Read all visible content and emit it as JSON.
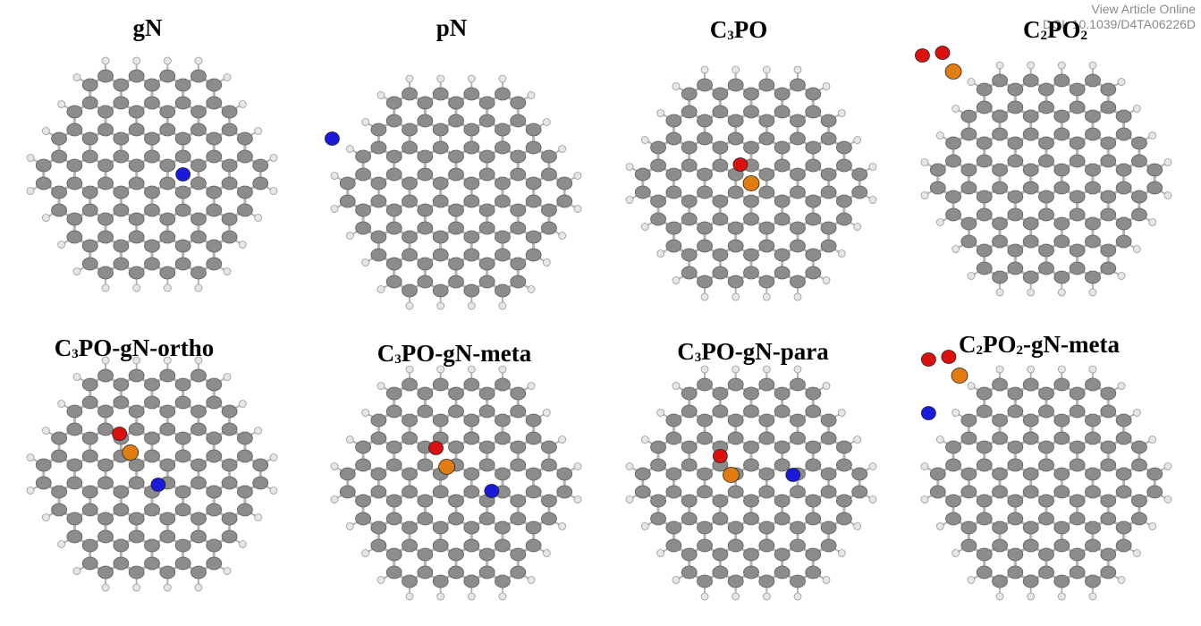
{
  "watermark": {
    "line1": "View Article Online",
    "line2": "DOI: 10.1039/D4TA06226D"
  },
  "colors": {
    "carbon": "#8c8c8c",
    "hydrogen": "#e6e6e6",
    "nitrogen": "#1a1ad8",
    "phosphorus": "#e07c10",
    "oxygen": "#dd1010",
    "bond": "#b4b4b4"
  },
  "panels": [
    {
      "id": "gn",
      "label": [
        {
          "t": "gN"
        }
      ],
      "dopants": [
        {
          "el": "N",
          "q": 1,
          "r": 0
        }
      ]
    },
    {
      "id": "pn",
      "label": [
        {
          "t": "pN"
        }
      ],
      "dopants": [
        {
          "el": "N",
          "q": -3,
          "r": -2
        }
      ]
    },
    {
      "id": "c3po",
      "label": [
        {
          "t": "C"
        },
        {
          "t": "3",
          "sub": true
        },
        {
          "t": "PO"
        }
      ],
      "dopants": [
        {
          "el": "P",
          "q": 0,
          "r": 0
        },
        {
          "el": "O",
          "q": 0,
          "r": -0.7
        }
      ]
    },
    {
      "id": "c2po2",
      "label": [
        {
          "t": "C"
        },
        {
          "t": "2",
          "sub": true
        },
        {
          "t": "PO"
        },
        {
          "t": "2",
          "sub": true
        }
      ],
      "dopants": [
        {
          "el": "P",
          "q": -1,
          "r": -4
        },
        {
          "el": "O",
          "q": -1,
          "r": -4.7
        },
        {
          "el": "O",
          "q": -1.7,
          "r": -4.6
        }
      ]
    },
    {
      "id": "c3po-gn-ortho",
      "label": [
        {
          "t": "C"
        },
        {
          "t": "3",
          "sub": true
        },
        {
          "t": "PO-gN-ortho"
        }
      ],
      "dopants": [
        {
          "el": "P",
          "q": -0.3,
          "r": -0.8
        },
        {
          "el": "O",
          "q": -0.3,
          "r": -1.5
        },
        {
          "el": "N",
          "q": 0,
          "r": 0.4
        }
      ]
    },
    {
      "id": "c3po-gn-meta",
      "label": [
        {
          "t": "C"
        },
        {
          "t": "3",
          "sub": true
        },
        {
          "t": "PO-gN-meta"
        }
      ],
      "dopants": [
        {
          "el": "P",
          "q": 0,
          "r": -0.6
        },
        {
          "el": "O",
          "q": 0,
          "r": -1.3
        },
        {
          "el": "N",
          "q": 1,
          "r": 0.3
        }
      ]
    },
    {
      "id": "c3po-gn-para",
      "label": [
        {
          "t": "C"
        },
        {
          "t": "3",
          "sub": true
        },
        {
          "t": "PO-gN-para"
        }
      ],
      "dopants": [
        {
          "el": "P",
          "q": -0.5,
          "r": -0.3
        },
        {
          "el": "O",
          "q": -0.5,
          "r": -1
        },
        {
          "el": "N",
          "q": 1.5,
          "r": -0.3
        }
      ]
    },
    {
      "id": "c2po2-gn-meta",
      "label": [
        {
          "t": "C"
        },
        {
          "t": "2",
          "sub": true
        },
        {
          "t": "PO"
        },
        {
          "t": "2",
          "sub": true
        },
        {
          "t": "-gN-meta"
        }
      ],
      "dopants": [
        {
          "el": "P",
          "q": -0.8,
          "r": -4
        },
        {
          "el": "O",
          "q": -0.8,
          "r": -4.7
        },
        {
          "el": "O",
          "q": -1.5,
          "r": -4.6
        },
        {
          "el": "N",
          "q": -2.5,
          "r": -2.6
        }
      ]
    }
  ]
}
